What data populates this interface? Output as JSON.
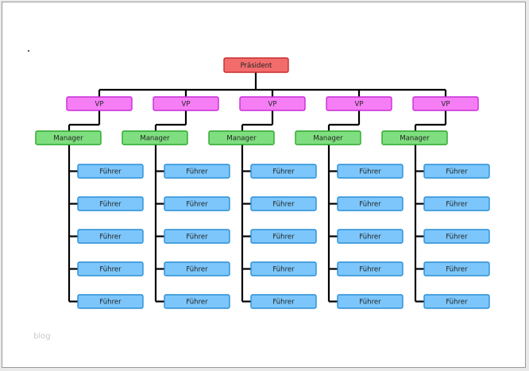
{
  "org_chart": {
    "president": {
      "label": "Präsident"
    },
    "vp_label": "VP",
    "manager_label": "Manager",
    "lead_label": "Führer",
    "branch_count": 5,
    "leads_per_branch": 5,
    "colors": {
      "president_fill": "#f26c6c",
      "president_stroke": "#c92b2b",
      "vp_fill": "#f57ef5",
      "vp_stroke": "#c92bd8",
      "manager_fill": "#7fde7f",
      "manager_stroke": "#2aa82a",
      "lead_fill": "#7cc6fb",
      "lead_stroke": "#2a8fd6",
      "connector": "#000000"
    }
  },
  "watermark": "blog"
}
